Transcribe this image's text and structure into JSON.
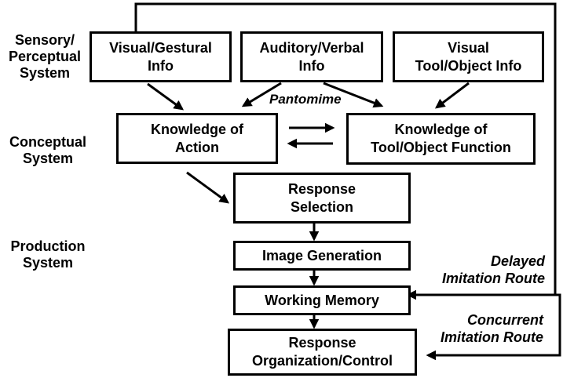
{
  "levels": {
    "sensory": "Sensory/\nPerceptual\nSystem",
    "conceptual": "Conceptual\nSystem",
    "production": "Production\nSystem"
  },
  "boxes": {
    "visual_gestural": "Visual/Gestural\nInfo",
    "auditory_verbal": "Auditory/Verbal\nInfo",
    "visual_tool": "Visual\nTool/Object Info",
    "knowledge_action": "Knowledge of\nAction",
    "knowledge_tool": "Knowledge of\nTool/Object Function",
    "response_selection": "Response\nSelection",
    "image_generation": "Image Generation",
    "working_memory": "Working Memory",
    "response_organization": "Response\nOrganization/Control"
  },
  "annotations": {
    "pantomime": "Pantomime",
    "delayed_route": "Delayed\nImitation Route",
    "concurrent_route": "Concurrent\nImitation Route"
  },
  "colors": {
    "line": "#000000",
    "background": "#ffffff"
  }
}
